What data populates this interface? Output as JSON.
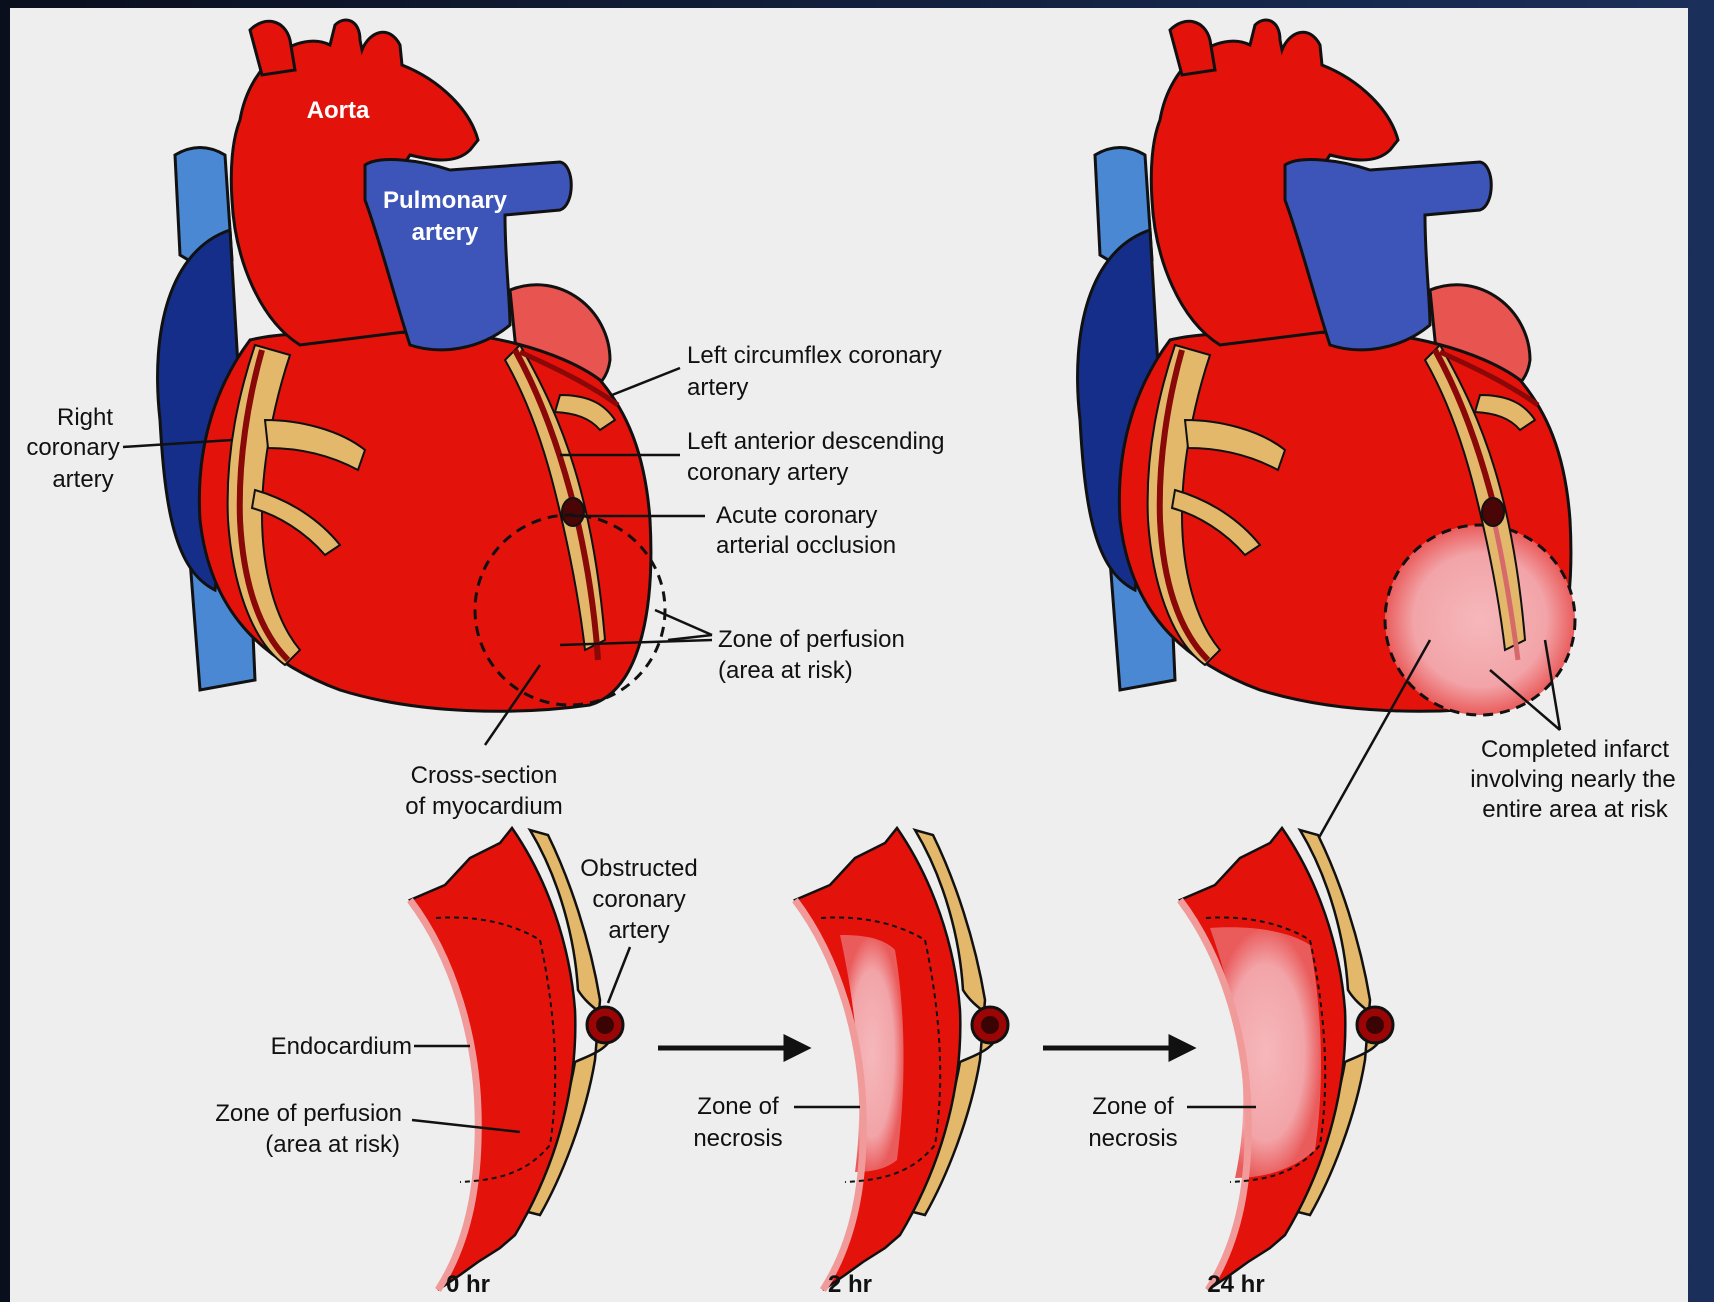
{
  "colors": {
    "frame": "#0a0f1e",
    "panel": "#eeeeee",
    "myocardium": "#e3120b",
    "outline": "#111111",
    "pulmonary": "#3d55b8",
    "vena_cava": "#4a88d4",
    "vein_dark": "#142e8a",
    "atrium": "#e8544f",
    "fat": "#e4b86a",
    "necrosis": "#f2a8ac",
    "label_on_heart": "#ffffff"
  },
  "heart_labels": {
    "aorta": "Aorta",
    "pulmonary_1": "Pulmonary",
    "pulmonary_2": "artery"
  },
  "labels": {
    "lcx_1": "Left circumflex coronary",
    "lcx_2": "artery",
    "rca_1": "Right",
    "rca_2": "coronary",
    "rca_3": "artery",
    "lad_1": "Left anterior descending",
    "lad_2": "coronary artery",
    "occ_1": "Acute coronary",
    "occ_2": "arterial occlusion",
    "zone_1": "Zone of perfusion",
    "zone_2": "(area at risk)",
    "cross_1": "Cross-section",
    "cross_2": "of myocardium",
    "infarct_1": "Completed infarct",
    "infarct_2": "involving nearly the",
    "infarct_3": "entire area at risk",
    "obstructed_1": "Obstructed",
    "obstructed_2": "coronary",
    "obstructed_3": "artery",
    "endocardium": "Endocardium",
    "zp_1": "Zone of perfusion",
    "zp_2": "(area at risk)",
    "necrosis_a_1": "Zone of",
    "necrosis_a_2": "necrosis",
    "necrosis_b_1": "Zone of",
    "necrosis_b_2": "necrosis"
  },
  "time_points": [
    "0 hr",
    "2 hr",
    "24 hr"
  ]
}
